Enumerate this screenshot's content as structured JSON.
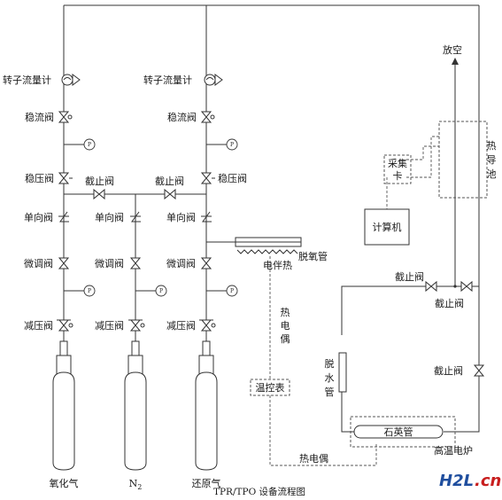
{
  "labels": {
    "flowmeter": "转子流量计",
    "steady_flow_valve": "稳流阀",
    "steady_pressure_valve": "稳压阀",
    "stop_valve": "截止阀",
    "check_valve": "单向阀",
    "fine_valve": "微调阀",
    "reducing_valve": "减压阀",
    "vent": "放空",
    "tcd": [
      "热",
      "导",
      "池"
    ],
    "daq_card": [
      "采集",
      "卡"
    ],
    "computer": "计算机",
    "deoxy_tube": "脱氧管",
    "electric_heater": "电伴热",
    "thermocouple_vertical": [
      "热",
      "电",
      "偶"
    ],
    "thermocouple": "热电偶",
    "temp_controller": "温控表",
    "dehydration_tube": [
      "脱",
      "水",
      "管"
    ],
    "quartz_tube": "石英管",
    "furnace": "高温电炉",
    "gauge": "P"
  },
  "gas_oxidizing": "氧化气",
  "gas_n2_base": "N",
  "gas_n2_sub": "2",
  "gas_reducing": "还原气",
  "caption": "TPR/TPO 设备流程图",
  "watermark": "H2L.cn"
}
